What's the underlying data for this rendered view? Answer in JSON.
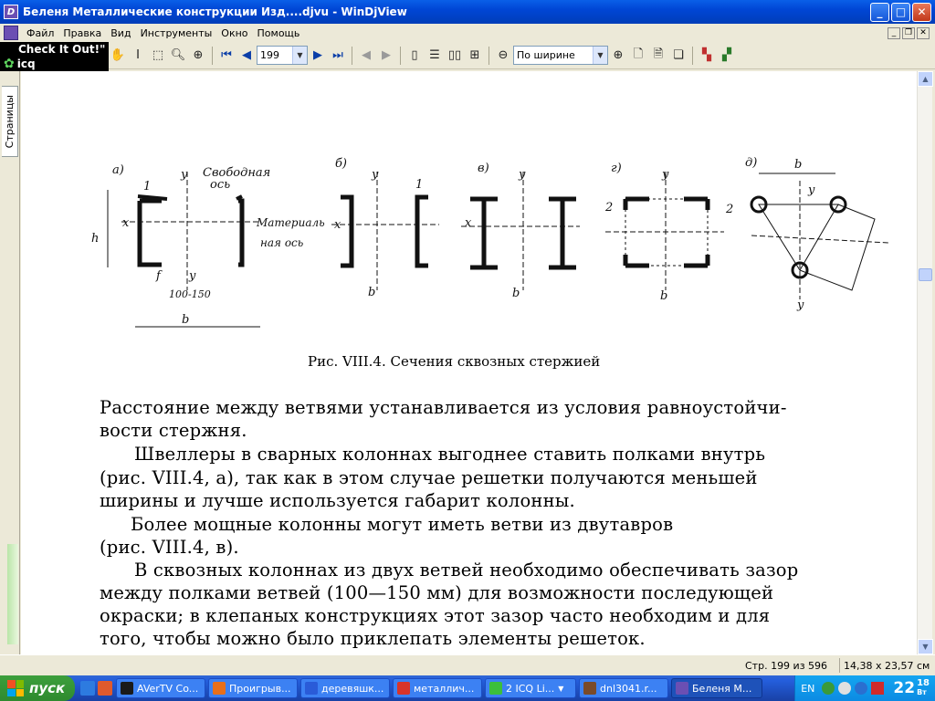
{
  "window": {
    "title": "Беленя Металлические конструкции Изд....djvu - WinDjView",
    "minimize_glyph": "_",
    "maximize_glyph": "□",
    "close_glyph": "✕"
  },
  "menu": {
    "items": [
      "Файл",
      "Правка",
      "Вид",
      "Инструменты",
      "Окно",
      "Помощь"
    ]
  },
  "icq_popup": {
    "line1": "Check It Out!\"",
    "line2": "icq"
  },
  "toolbar": {
    "page_value": "199",
    "zoom_value": "По ширине",
    "icons": [
      "hand-icon",
      "text-select-icon",
      "rect-select-icon",
      "zoom-icon",
      "zoom-rect-icon",
      "first-page-icon",
      "prev-page-icon",
      "next-page-icon",
      "last-page-icon",
      "back-icon",
      "forward-icon",
      "single-page-icon",
      "continuous-icon",
      "facing-icon",
      "continuous-facing-icon",
      "zoom-out-icon",
      "zoom-in-icon",
      "page-icon",
      "page-text-icon",
      "two-page-icon",
      "color-mode-icon",
      "layout-icon"
    ]
  },
  "sidebar": {
    "tab_label": "Страницы"
  },
  "document": {
    "figure_labels": {
      "a": "а)",
      "b": "б)",
      "c": "в)",
      "d": "г)",
      "e": "д)",
      "free_axis_1": "Свободная",
      "free_axis_2": "ось",
      "material_axis_1": "Материаль",
      "material_axis_2": "ная ось",
      "gap": "100-150",
      "x": "x",
      "y": "y",
      "b_dim": "b",
      "h_dim": "h",
      "one": "1",
      "two": "2",
      "f": "f"
    },
    "caption": "Рис. VIII.4. Сечения сквозных стержией",
    "paragraphs": [
      "Расстояние между ветвями устанавливается из условия равноустойчи-",
      "вости стержня.",
      "Швеллеры в сварных колоннах выгоднее ставить полками внутрь",
      "(рис. VIII.4, а), так как в этом случае решетки получаются  меньшей",
      "ширины и лучше используется габарит колонны.",
      "Более  мощные  колонны  могут  иметь  ветви  из  двутавров",
      "(рис. VIII.4, в).",
      "В сквозных колоннах из двух ветвей необходимо обеспечивать зазор",
      "между полками ветвей (100—150 мм) для возможности  последующей",
      "окраски; в клепаных конструкциях этот зазор часто необходим и для",
      "того, чтобы можно было приклепать элементы решеток."
    ]
  },
  "status": {
    "page": "Стр. 199 из 596",
    "size": "14,38 x 23,57 см"
  },
  "taskbar": {
    "start": "пуск",
    "tasks": [
      {
        "label": "AVerTV Co...",
        "color": "#1a1a1a"
      },
      {
        "label": "Проигрыв...",
        "color": "#e86f1a"
      },
      {
        "label": "деревяшк...",
        "color": "#2a5bd8"
      },
      {
        "label": "металлич...",
        "color": "#d8342a"
      },
      {
        "label": "2 ICQ Li...",
        "color": "#3cbf3c"
      },
      {
        "label": "dnl3041.r...",
        "color": "#7a4b2a"
      },
      {
        "label": "Беленя М...",
        "color": "#6b4fb3"
      }
    ],
    "lang": "EN",
    "clock_hour": "22",
    "clock_min": "18",
    "clock_day": "Вт"
  }
}
